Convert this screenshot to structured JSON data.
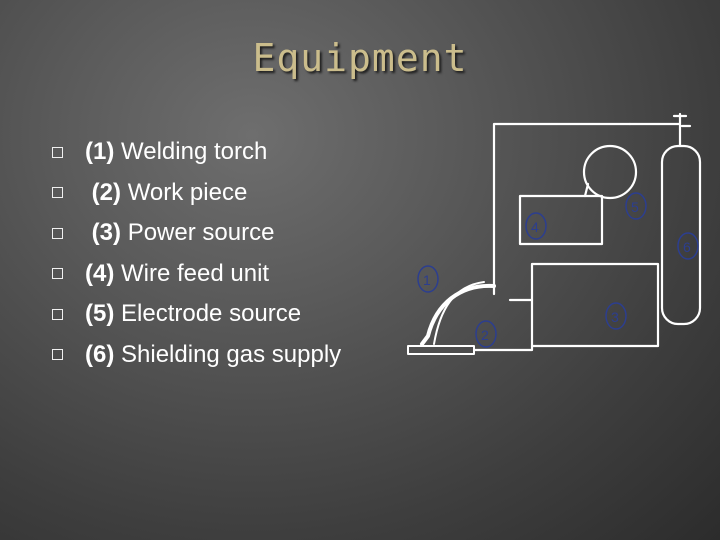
{
  "slide": {
    "title": "Equipment",
    "items": [
      {
        "num": "(1)",
        "label": "Welding torch",
        "lead": ""
      },
      {
        "num": "(2)",
        "label": "Work piece",
        "lead": " "
      },
      {
        "num": "(3)",
        "label": "Power source",
        "lead": " "
      },
      {
        "num": "(4)",
        "label": "Wire feed unit",
        "lead": ""
      },
      {
        "num": "(5)",
        "label": "Electrode source",
        "lead": ""
      },
      {
        "num": "(6)",
        "label": "Shielding gas supply",
        "lead": ""
      }
    ]
  },
  "diagram": {
    "labels": [
      "1",
      "2",
      "3",
      "4",
      "5",
      "6"
    ],
    "line_color": "#ffffff",
    "label_color": "#2c3e8f",
    "panel_color": "#ffffff"
  }
}
